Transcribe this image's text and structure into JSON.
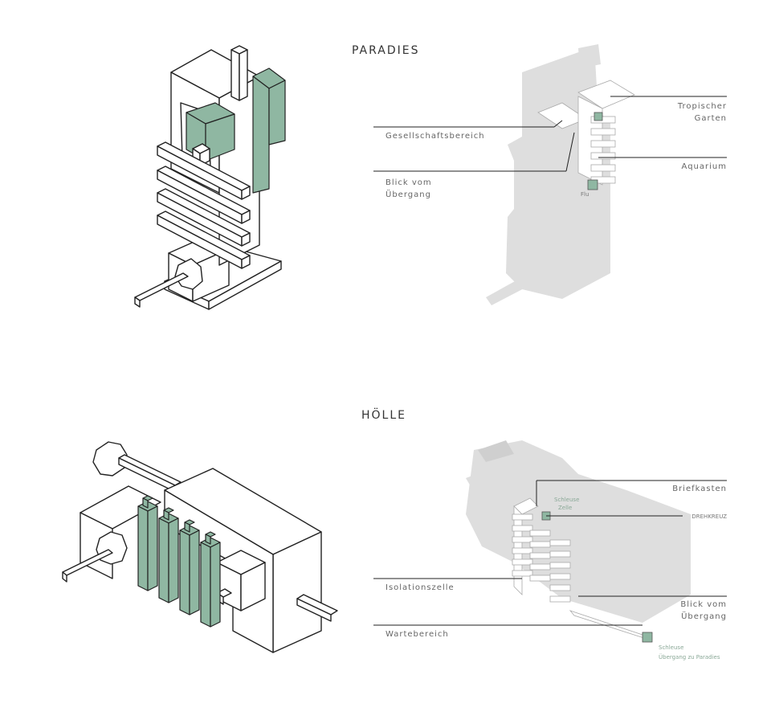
{
  "sections": [
    {
      "title": "PARADIES",
      "labels": [
        {
          "lines": [
            "Tropischer",
            "Garten"
          ]
        },
        {
          "lines": [
            "Gesellschaftsbereich"
          ]
        },
        {
          "lines": [
            "Aquarium"
          ]
        },
        {
          "lines": [
            "Blick vom",
            "Übergang"
          ]
        }
      ],
      "minor": [
        "Flu"
      ]
    },
    {
      "title": "HÖLLE",
      "labels": [
        {
          "lines": [
            "Briefkasten"
          ]
        },
        {
          "lines": [
            "DREHKREUZ"
          ]
        },
        {
          "lines": [
            "Isolationszelle"
          ]
        },
        {
          "lines": [
            "Blick vom",
            "Übergang"
          ]
        },
        {
          "lines": [
            "Wartebereich"
          ]
        }
      ],
      "minor": [
        "Schleuse",
        "Zelle",
        "Schleuse",
        "Übergang zu Paradies"
      ]
    }
  ],
  "colors": {
    "accent_green": "#8fb7a2",
    "massing_gray": "#dedede",
    "line": "#222222"
  }
}
